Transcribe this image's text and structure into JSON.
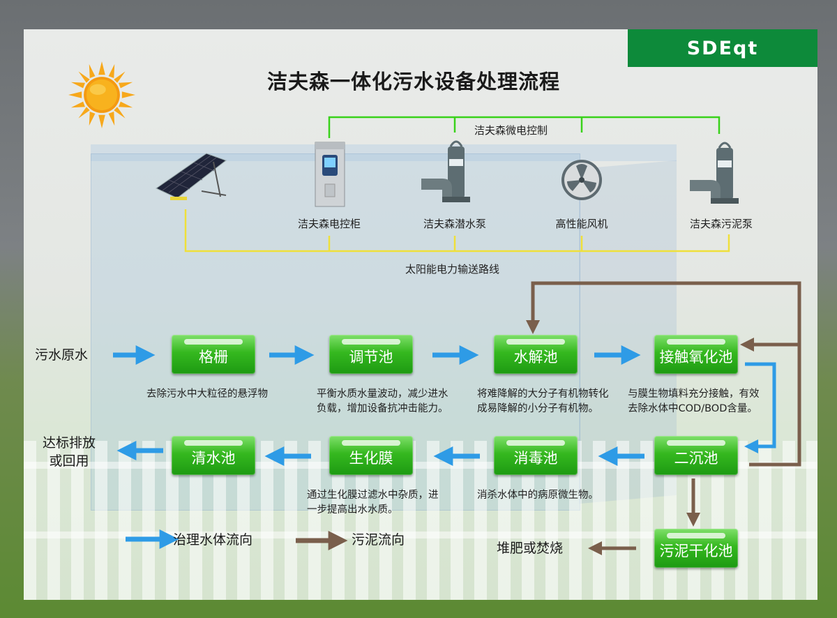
{
  "brand": "SDEqt",
  "title": "洁夫森一体化污水设备处理流程",
  "control": {
    "label": "洁夫森微电控制",
    "solar_label": "太阳能电力输送路线",
    "devices": [
      "洁夫森电控柜",
      "洁夫森潜水泵",
      "高性能风机",
      "洁夫森污泥泵"
    ]
  },
  "flow": {
    "input_label": "污水原水",
    "output_label_line1": "达标排放",
    "output_label_line2": "或回用",
    "compost_label": "堆肥或焚烧",
    "nodes": {
      "grid": "格栅",
      "regulate": "调节池",
      "hydrolysis": "水解池",
      "contact": "接触氧化池",
      "clear": "清水池",
      "membrane": "生化膜",
      "disinfect": "消毒池",
      "settle": "二沉池",
      "sludge": "污泥干化池"
    },
    "descriptions": {
      "grid": "去除污水中大粒径的悬浮物",
      "regulate": "平衡水质水量波动，减少进水负载，增加设备抗冲击能力。",
      "hydrolysis": "将难降解的大分子有机物转化成易降解的小分子有机物。",
      "contact": "与膜生物填料充分接触，有效去除水体中COD/BOD含量。",
      "membrane": "通过生化膜过滤水中杂质，进一步提高出水水质。",
      "disinfect": "消杀水体中的病原微生物。"
    }
  },
  "legend": {
    "water": "治理水体流向",
    "sludge": "污泥流向"
  },
  "colors": {
    "brand_green": "#0d8a3a",
    "node_green": "#2bb01a",
    "water_arrow": "#2e9be6",
    "sludge_arrow": "#7a5f4c",
    "control_line": "#39d21a",
    "solar_line": "#efe03a"
  }
}
